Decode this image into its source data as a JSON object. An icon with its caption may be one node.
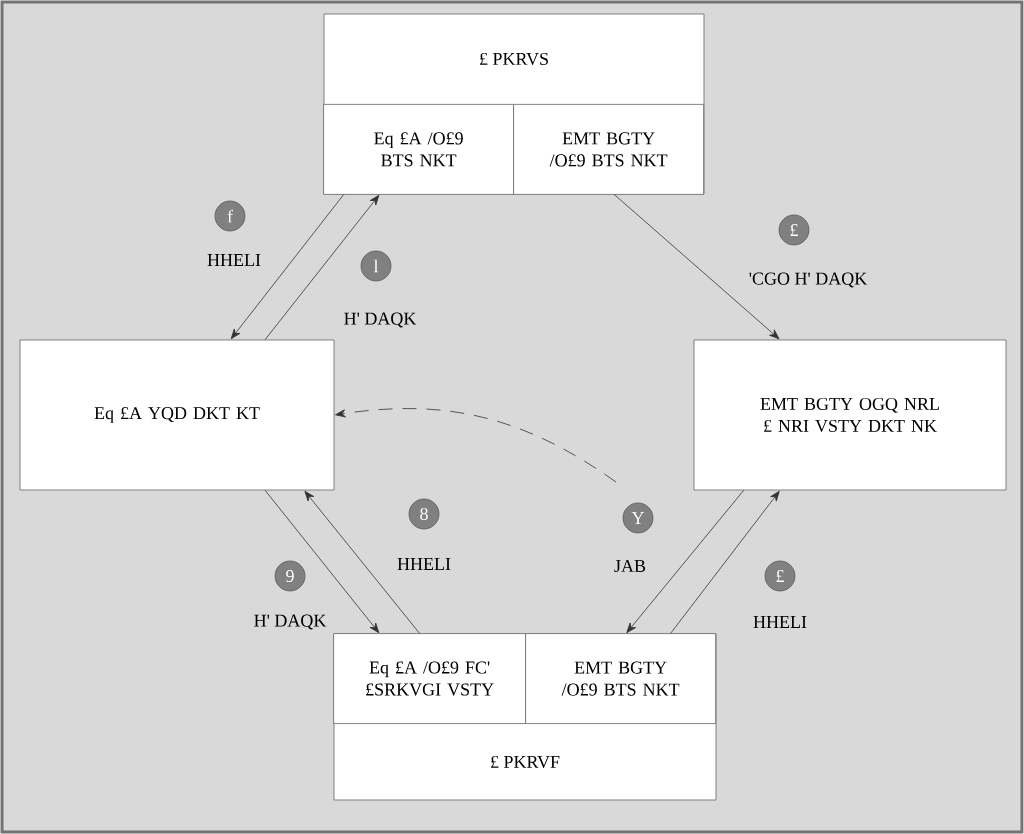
{
  "diagram": {
    "nodes": [
      {
        "text": [
          "£ PKRVS"
        ]
      },
      {
        "text": [
          "Eq £A /O£9 BTS NKT"
        ],
        "in": 0
      },
      {
        "text": [
          "EMT BGTY /O£9 BTS NKT"
        ],
        "in": 0
      },
      {
        "text": [
          "Eq £A YQD DKT KT"
        ]
      },
      {
        "text": [
          "EMT BGTY OGQ NRL £ NRI VSTY DKT NK"
        ]
      },
      {
        "text": [
          "£ PKRVF"
        ]
      },
      {
        "text": [
          "Eq £A /O£9 FC' £SRKVGI VSTY"
        ],
        "in": 5
      },
      {
        "text": [
          "EMT BGTY /O£9 BTS NKT"
        ],
        "in": 5
      }
    ],
    "edges": [
      {
        "from": 0,
        "to": 3,
        "arrow": "to",
        "label": "HHELI"
      },
      {
        "from": 3,
        "to": 0,
        "arrow": "to",
        "label": "H' DAQK"
      },
      {
        "from": 0,
        "to": 4,
        "arrow": "to",
        "label": "'CGO H' DAQK"
      },
      {
        "from": 5,
        "to": 3,
        "arrow": "to",
        "label": "HHELI"
      },
      {
        "from": 3,
        "to": 5,
        "arrow": "to",
        "label": "H' DAQK"
      },
      {
        "from": 4,
        "to": 5,
        "arrow": "to",
        "label": "JAB"
      },
      {
        "from": 5,
        "to": 4,
        "arrow": "to",
        "label": "HHELI"
      },
      {
        "from": null,
        "to": 3,
        "arrow": "to",
        "style": "dashed"
      }
    ],
    "labels": [
      "f",
      "l",
      "£",
      "8",
      "9",
      "Y",
      "£"
    ]
  }
}
